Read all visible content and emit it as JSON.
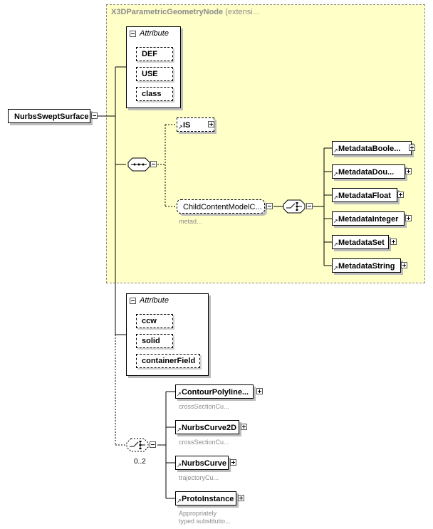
{
  "extension": {
    "name": "X3DParametricGeometryNode",
    "suffix": "(extensi..."
  },
  "root": {
    "label": "NurbsSweptSurface"
  },
  "inherited_attributes": {
    "header": "Attribute",
    "items": [
      "DEF",
      "USE",
      "class"
    ]
  },
  "inherited_content": {
    "is_label": "IS",
    "child_content": {
      "label": "ChildContentModelC...",
      "sub": "metad..."
    },
    "metadata_choice": [
      "MetadataBoole...",
      "MetadataDou...",
      "MetadataFloat",
      "MetadataInteger",
      "MetadataSet",
      "MetadataString"
    ]
  },
  "own_attributes": {
    "header": "Attribute",
    "items": [
      "ccw",
      "solid",
      "containerField"
    ]
  },
  "children": {
    "occurrence": "0..2",
    "items": [
      {
        "label": "ContourPolyline...",
        "sub": "crossSectionCu..."
      },
      {
        "label": "NurbsCurve2D",
        "sub": "crossSectionCu..."
      },
      {
        "label": "NurbsCurve",
        "sub": "trajectoryCu..."
      },
      {
        "label": "ProtoInstance",
        "sub": "Appropriately\ntyped substitutio..."
      }
    ]
  }
}
